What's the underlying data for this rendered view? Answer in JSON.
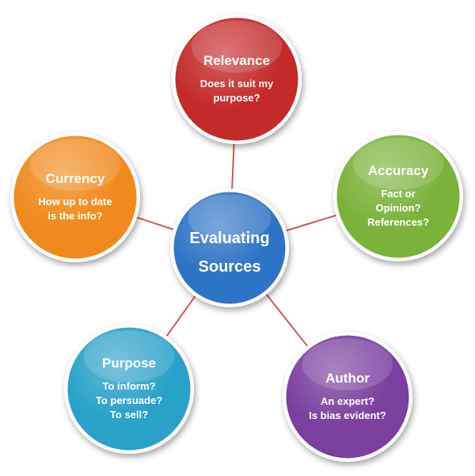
{
  "center": {
    "lines": [
      "Evaluating",
      "Sources"
    ],
    "color": "#2e74c6"
  },
  "nodes": [
    {
      "id": "relevance",
      "title": "Relevance",
      "lines": [
        "Does it suit my",
        "purpose?"
      ],
      "color": "#c42a2a"
    },
    {
      "id": "accuracy",
      "title": "Accuracy",
      "lines": [
        "Fact or",
        "Opinion?",
        "References?"
      ],
      "color": "#7bb23a"
    },
    {
      "id": "author",
      "title": "Author",
      "lines": [
        "An expert?",
        "Is bias evident?"
      ],
      "color": "#7a3f9f"
    },
    {
      "id": "purpose",
      "title": "Purpose",
      "lines": [
        "To inform?",
        "To persuade?",
        "To sell?"
      ],
      "color": "#2aa1c9"
    },
    {
      "id": "currency",
      "title": "Currency",
      "lines": [
        "How up to date",
        "is the info?"
      ],
      "color": "#f08a1d"
    }
  ],
  "connector_color": "#c85a5a"
}
